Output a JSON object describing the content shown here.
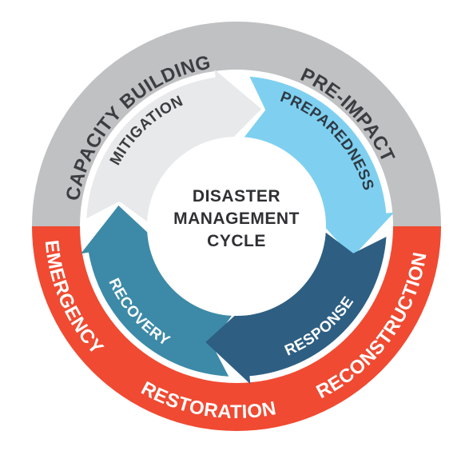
{
  "center": {
    "line1": "DISASTER",
    "line2": "MANAGEMENT",
    "line3": "CYCLE"
  },
  "outer_ring": {
    "top_left": "CAPACITY BUILDING",
    "top_right": "PRE-IMPACT",
    "bottom_left": "EMERGENCY",
    "bottom_center": "RESTORATION",
    "bottom_right": "RECONSTRUCTION"
  },
  "phases": {
    "mitigation": "MITIGATION",
    "preparedness": "PREPAREDNESS",
    "response": "RESPONSE",
    "recovery": "RECOVERY"
  },
  "colors": {
    "pre_impact_ring": "#bfc1c3",
    "post_impact_ring": "#f04a32",
    "mitigation": "#e7e9ea",
    "preparedness": "#7fd0f0",
    "response": "#2e5f83",
    "recovery": "#3c8aa7",
    "text_dark": "#3b3d40"
  }
}
